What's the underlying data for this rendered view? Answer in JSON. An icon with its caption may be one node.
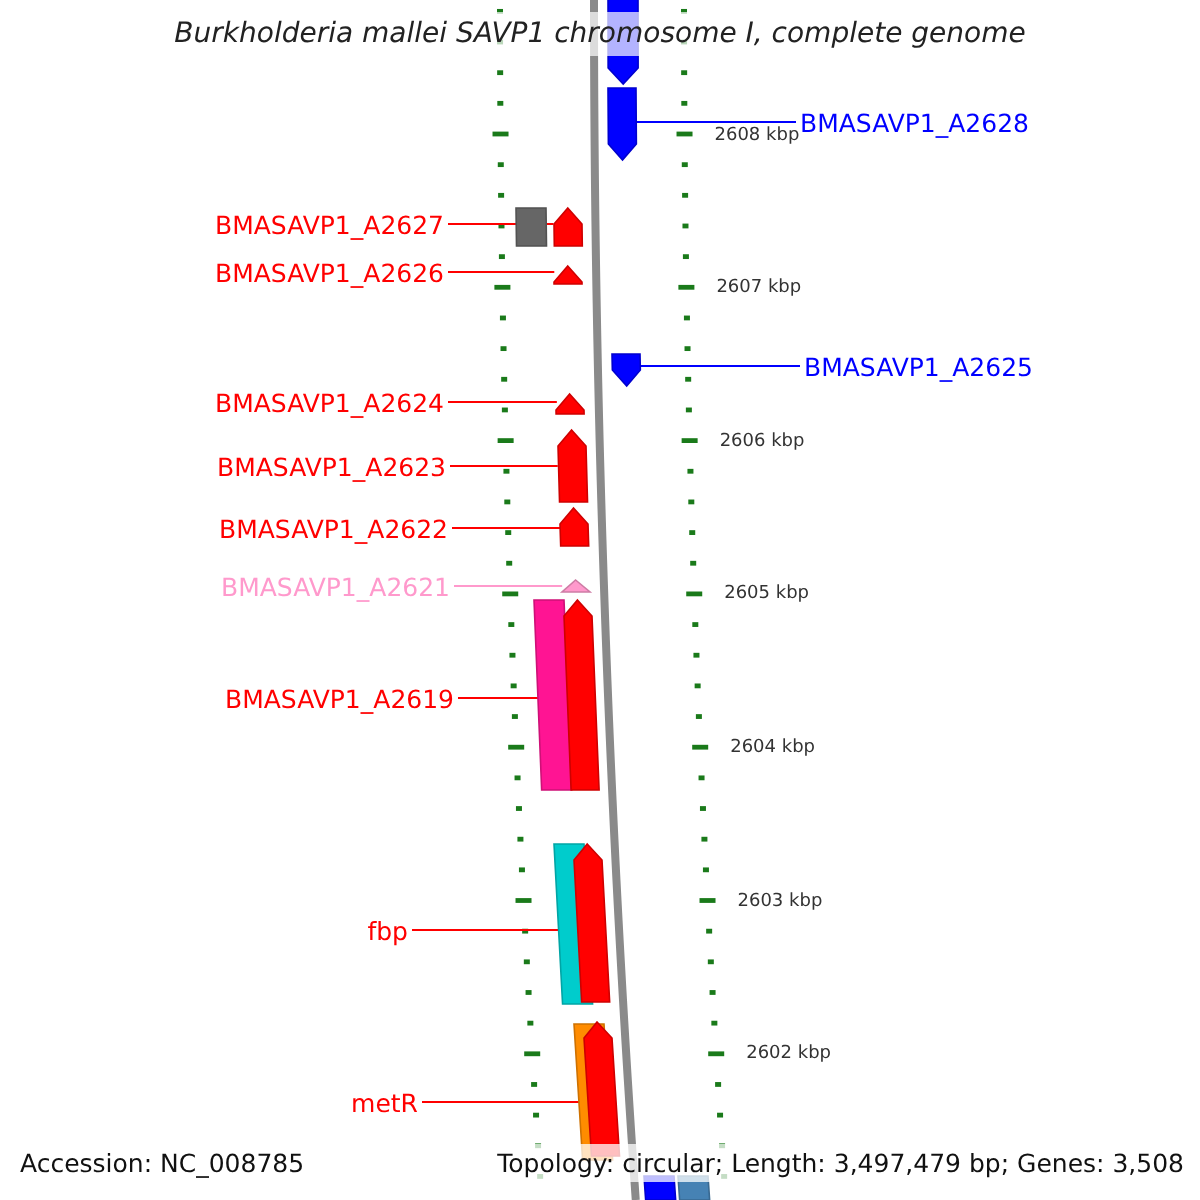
{
  "diagram": {
    "title": "Burkholderia mallei SAVP1 chromosome I, complete genome",
    "nodes": [
      {
        "text": [
          "BMASAVP1_A2628"
        ]
      },
      {
        "text": [],
        "shape": "arrow"
      },
      {
        "text": [
          "BMASAVP1_A2627"
        ]
      },
      {
        "text": [],
        "shape": "arrow"
      },
      {
        "text": [
          "BMASAVP1_A2626"
        ]
      },
      {
        "text": [],
        "shape": "arrow"
      },
      {
        "text": [
          "BMASAVP1_A2625"
        ]
      },
      {
        "text": [],
        "shape": "arrow"
      },
      {
        "text": [
          "BMASAVP1_A2624"
        ]
      },
      {
        "text": [],
        "shape": "arrow"
      },
      {
        "text": [
          "BMASAVP1_A2623"
        ]
      },
      {
        "text": [],
        "shape": "arrow"
      },
      {
        "text": [
          "BMASAVP1_A2622"
        ]
      },
      {
        "text": [],
        "shape": "arrow"
      },
      {
        "text": [
          "BMASAVP1_A2621"
        ]
      },
      {
        "text": [],
        "shape": "arrow"
      },
      {
        "text": [
          "BMASAVP1_A2619"
        ]
      },
      {
        "text": [],
        "shape": "arrow"
      },
      {
        "text": [
          "fbp"
        ]
      },
      {
        "text": [],
        "shape": "arrow"
      },
      {
        "text": [
          "metR"
        ]
      },
      {
        "text": [],
        "shape": "arrow"
      },
      {
        "text": [],
        "shape": "arrow"
      },
      {
        "text": [],
        "shape": "bar"
      },
      {
        "text": [],
        "shape": "bar"
      },
      {
        "text": [],
        "shape": "bar"
      },
      {
        "text": [],
        "shape": "bar"
      },
      {
        "text": [],
        "shape": "bar"
      },
      {
        "text": [],
        "shape": "bar"
      }
    ],
    "edges": [
      {
        "from": 0,
        "to": 1,
        "arrow": "none",
        "color": "#0000ff"
      },
      {
        "from": 2,
        "to": 3,
        "arrow": "none"
      },
      {
        "from": 4,
        "to": 5,
        "arrow": "none"
      },
      {
        "from": 6,
        "to": 7,
        "arrow": "none",
        "color": "#0000ff"
      },
      {
        "from": 8,
        "to": 9,
        "arrow": "none"
      },
      {
        "from": 10,
        "to": 11,
        "arrow": "none"
      },
      {
        "from": 12,
        "to": 13,
        "arrow": "none"
      },
      {
        "from": 14,
        "to": 15,
        "arrow": "none",
        "color": "#ff99cc"
      },
      {
        "from": 16,
        "to": 17,
        "arrow": "none"
      },
      {
        "from": 18,
        "to": 19,
        "arrow": "none"
      },
      {
        "from": 20,
        "to": 21,
        "arrow": "none"
      }
    ],
    "labels": [
      "Accession: NC_008785",
      "Topology: circular; Length: 3,497,479 bp; Genes: 3,508",
      "2608 kbp",
      "2607 kbp",
      "2606 kbp",
      "2605 kbp",
      "2604 kbp",
      "2603 kbp",
      "2602 kbp"
    ]
  }
}
